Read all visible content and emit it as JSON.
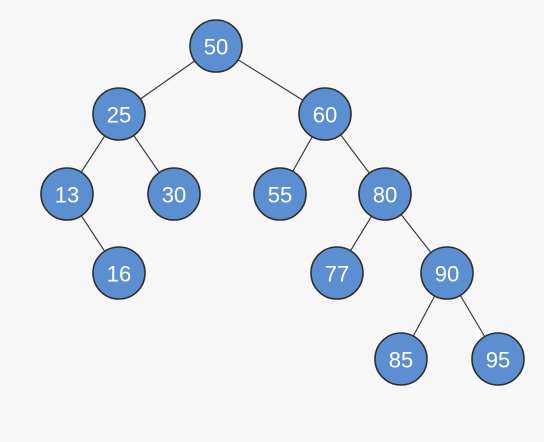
{
  "colors": {
    "node_fill": "#5b8fd1",
    "node_stroke": "#2f2f2f",
    "edge": "#3d3d3d",
    "label": "#ffffff",
    "background": "#f7f7f7"
  },
  "tree": {
    "root": "50",
    "nodes": [
      {
        "id": "n50",
        "label": "50"
      },
      {
        "id": "n25",
        "label": "25"
      },
      {
        "id": "n60",
        "label": "60"
      },
      {
        "id": "n13",
        "label": "13"
      },
      {
        "id": "n30",
        "label": "30"
      },
      {
        "id": "n55",
        "label": "55"
      },
      {
        "id": "n80",
        "label": "80"
      },
      {
        "id": "n16",
        "label": "16"
      },
      {
        "id": "n77",
        "label": "77"
      },
      {
        "id": "n90",
        "label": "90"
      },
      {
        "id": "n85",
        "label": "85"
      },
      {
        "id": "n95",
        "label": "95"
      }
    ],
    "edges": [
      {
        "from": "n50",
        "to": "n25"
      },
      {
        "from": "n50",
        "to": "n60"
      },
      {
        "from": "n25",
        "to": "n13"
      },
      {
        "from": "n25",
        "to": "n30"
      },
      {
        "from": "n60",
        "to": "n55"
      },
      {
        "from": "n60",
        "to": "n80"
      },
      {
        "from": "n13",
        "to": "n16"
      },
      {
        "from": "n80",
        "to": "n77"
      },
      {
        "from": "n80",
        "to": "n90"
      },
      {
        "from": "n90",
        "to": "n85"
      },
      {
        "from": "n90",
        "to": "n95"
      }
    ]
  }
}
